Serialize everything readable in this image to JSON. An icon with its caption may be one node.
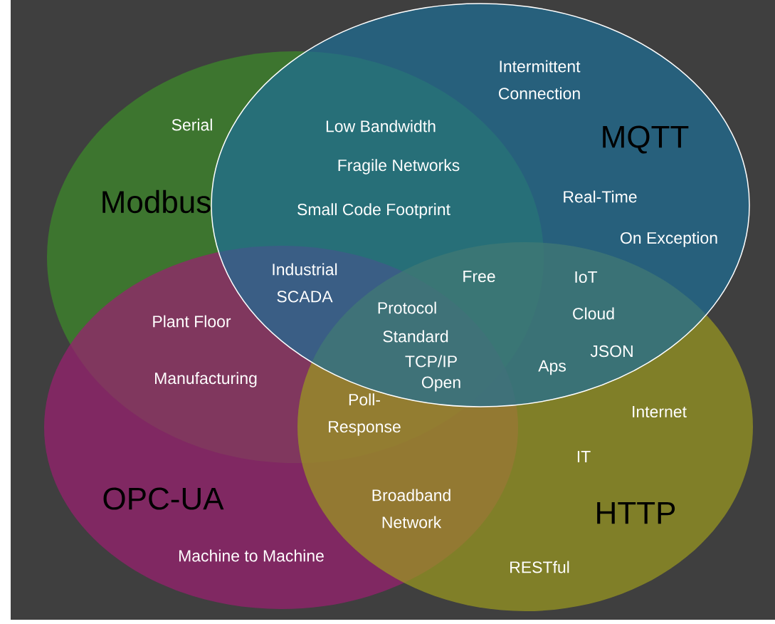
{
  "diagram": {
    "nodes": [
      {
        "text": [
          "Modbus"
        ]
      },
      {
        "text": [
          "MQTT"
        ]
      },
      {
        "text": [
          "OPC-UA"
        ]
      },
      {
        "text": [
          "HTTP"
        ]
      }
    ],
    "labels": [
      "Serial",
      "Intermittent Connection",
      "Low Bandwidth",
      "Fragile Networks",
      "Small Code Footprint",
      "Real-Time",
      "On Exception",
      "Industrial SCADA",
      "Free",
      "IoT",
      "Cloud",
      "Plant Floor",
      "Protocol",
      "Standard",
      "JSON",
      "TCP/IP",
      "Aps",
      "Manufacturing",
      "Open",
      "Poll-Response",
      "Internet",
      "IT",
      "Broadband Network",
      "Machine to Machine",
      "RESTful"
    ]
  }
}
